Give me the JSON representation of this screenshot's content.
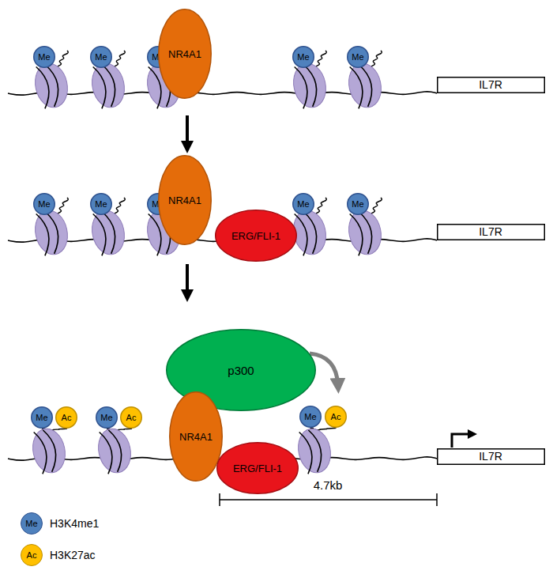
{
  "diagram": {
    "nodes": [
      {
        "text": [
          "Me"
        ]
      },
      {
        "text": [
          "Me"
        ]
      },
      {
        "text": [
          "Me"
        ]
      },
      {
        "text": [
          "NR4A1"
        ]
      },
      {
        "text": [
          "Me"
        ]
      },
      {
        "text": [
          "Me"
        ]
      },
      {
        "text": [
          "IL7R"
        ]
      },
      {
        "text": [
          "Me"
        ]
      },
      {
        "text": [
          "Me"
        ]
      },
      {
        "text": [
          "Me"
        ]
      },
      {
        "text": [
          "NR4A1"
        ]
      },
      {
        "text": [
          "ERG/FLI-1"
        ]
      },
      {
        "text": [
          "Me"
        ]
      },
      {
        "text": [
          "Me"
        ]
      },
      {
        "text": [
          "IL7R"
        ]
      },
      {
        "text": [
          "Me"
        ]
      },
      {
        "text": [
          "Ac"
        ]
      },
      {
        "text": [
          "Me"
        ]
      },
      {
        "text": [
          "Ac"
        ]
      },
      {
        "text": [
          "p300"
        ]
      },
      {
        "text": [
          "NR4A1"
        ]
      },
      {
        "text": [
          "ERG/FLI-1"
        ]
      },
      {
        "text": [
          "Me"
        ]
      },
      {
        "text": [
          "Ac"
        ]
      },
      {
        "text": [
          "IL7R"
        ]
      }
    ],
    "labels": [
      "4.7kb",
      "Me",
      "Ac"
    ],
    "legend": [
      {
        "text": "H3K4me1",
        "color": "#4f81bd"
      },
      {
        "text": "H3K27ac",
        "color": "#ffc000"
      }
    ]
  }
}
